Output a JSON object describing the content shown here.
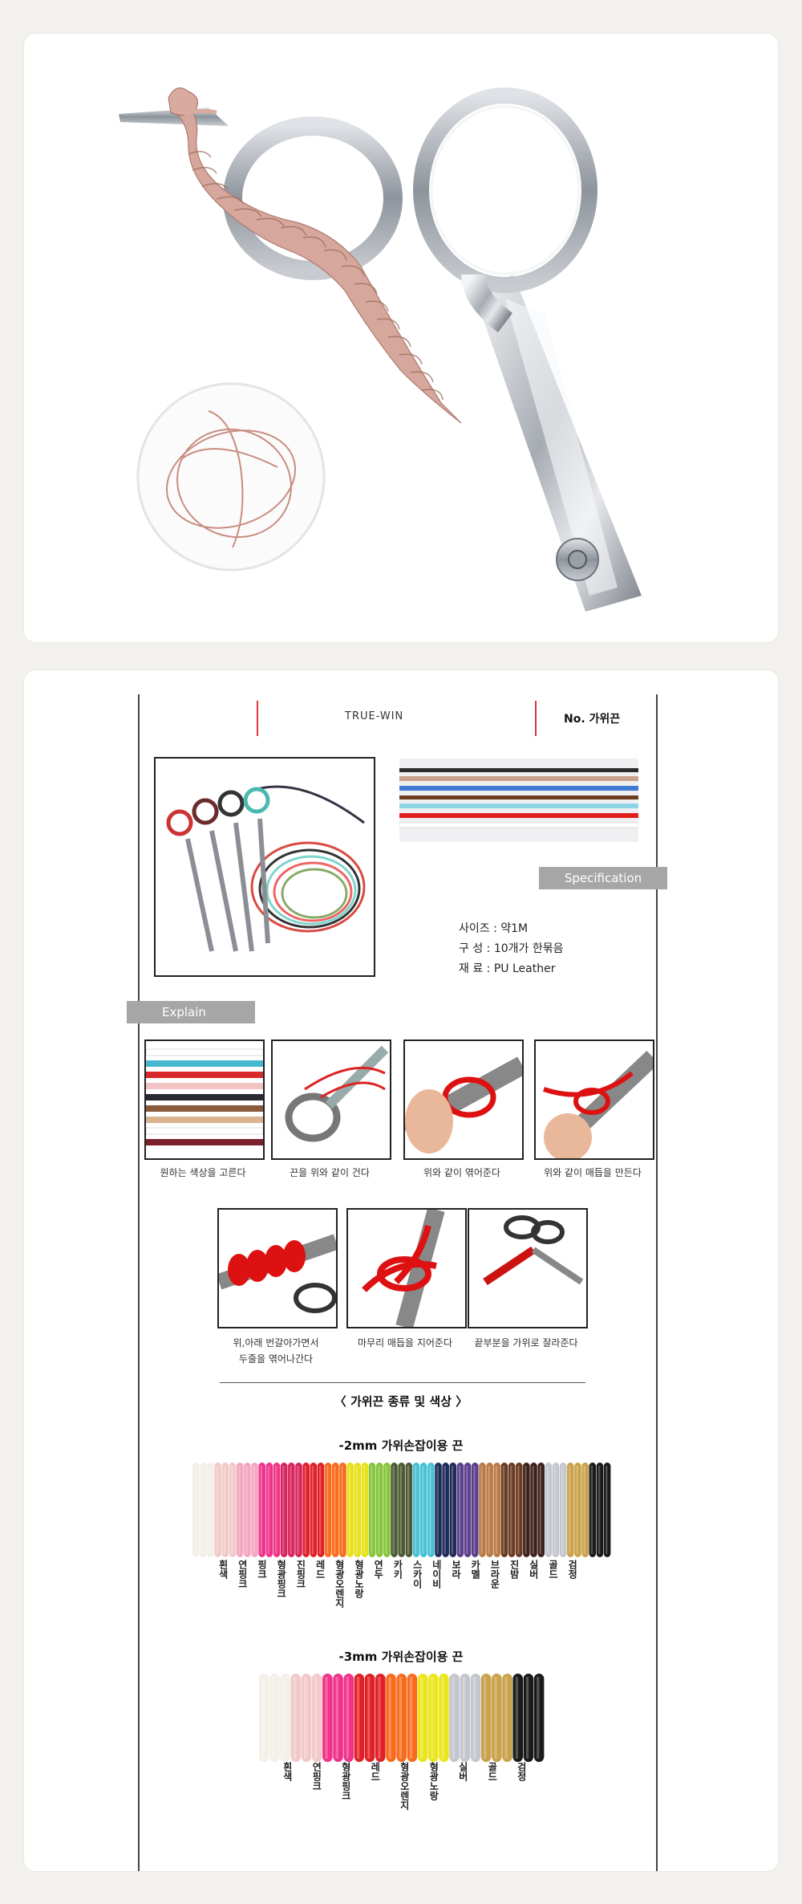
{
  "product": {
    "brand": "TRUE-WIN",
    "model": "No. 가위끈"
  },
  "tags": {
    "specification": "Specification",
    "explain": "Explain"
  },
  "spec": [
    {
      "label": "사이즈 : ",
      "value": "약1M"
    },
    {
      "label": "구  성 : ",
      "value": "10개가 한묶음"
    },
    {
      "label": "재  료 : ",
      "value": "PU Leather"
    }
  ],
  "steps": [
    {
      "caption": "원하는 색상을 고른다"
    },
    {
      "caption": "끈을 위와 같이 건다"
    },
    {
      "caption": "위와 같이 엮어준다"
    },
    {
      "caption": "위와 같이 매듭을 만든다"
    },
    {
      "caption_line1": "위,아래 번갈아가면서",
      "caption_line2": "두줄을 엮어나간다"
    },
    {
      "caption": "마무리 매듭을 지어준다"
    },
    {
      "caption": "끝부분을 가위로 잘라준다"
    }
  ],
  "sections": {
    "types_title": "〈 가위끈 종류 및 색상 〉",
    "mm2_title": "-2mm 가위손잡이용 끈",
    "mm3_title": "-3mm 가위손잡이용 끈"
  },
  "colors_2mm": [
    {
      "name": "흰색",
      "hex": "#f3efe9"
    },
    {
      "name": "연핑크",
      "hex": "#f2c9c9"
    },
    {
      "name": "핑크",
      "hex": "#f3a6bf"
    },
    {
      "name": "형광핑크",
      "hex": "#f0338a"
    },
    {
      "name": "진핑크",
      "hex": "#d8255d"
    },
    {
      "name": "레드",
      "hex": "#e02027"
    },
    {
      "name": "형광오렌지",
      "hex": "#f86b1d"
    },
    {
      "name": "형광노랑",
      "hex": "#e6e11a"
    },
    {
      "name": "연두",
      "hex": "#86c43c"
    },
    {
      "name": "카키",
      "hex": "#4e5a34"
    },
    {
      "name": "스카이",
      "hex": "#48c1d6"
    },
    {
      "name": "네이비",
      "hex": "#1f2b58"
    },
    {
      "name": "보라",
      "hex": "#5b3f8a"
    },
    {
      "name": "카멜",
      "hex": "#b97a47"
    },
    {
      "name": "브라운",
      "hex": "#6a3a22"
    },
    {
      "name": "진밤",
      "hex": "#3d201a"
    },
    {
      "name": "실버",
      "hex": "#c3c7cd"
    },
    {
      "name": "골드",
      "hex": "#c9a24b"
    },
    {
      "name": "검정",
      "hex": "#1a1a1a"
    }
  ],
  "colors_3mm": [
    {
      "name": "흰색",
      "hex": "#f3efe9"
    },
    {
      "name": "연핑크",
      "hex": "#f2c9c9"
    },
    {
      "name": "형광핑크",
      "hex": "#f0338a"
    },
    {
      "name": "레드",
      "hex": "#e02027"
    },
    {
      "name": "형광오렌지",
      "hex": "#f86b1d"
    },
    {
      "name": "형광노랑",
      "hex": "#eae61e"
    },
    {
      "name": "실버",
      "hex": "#c3c7cd"
    },
    {
      "name": "골드",
      "hex": "#c9a24b"
    },
    {
      "name": "검정",
      "hex": "#1a1a1a"
    }
  ]
}
